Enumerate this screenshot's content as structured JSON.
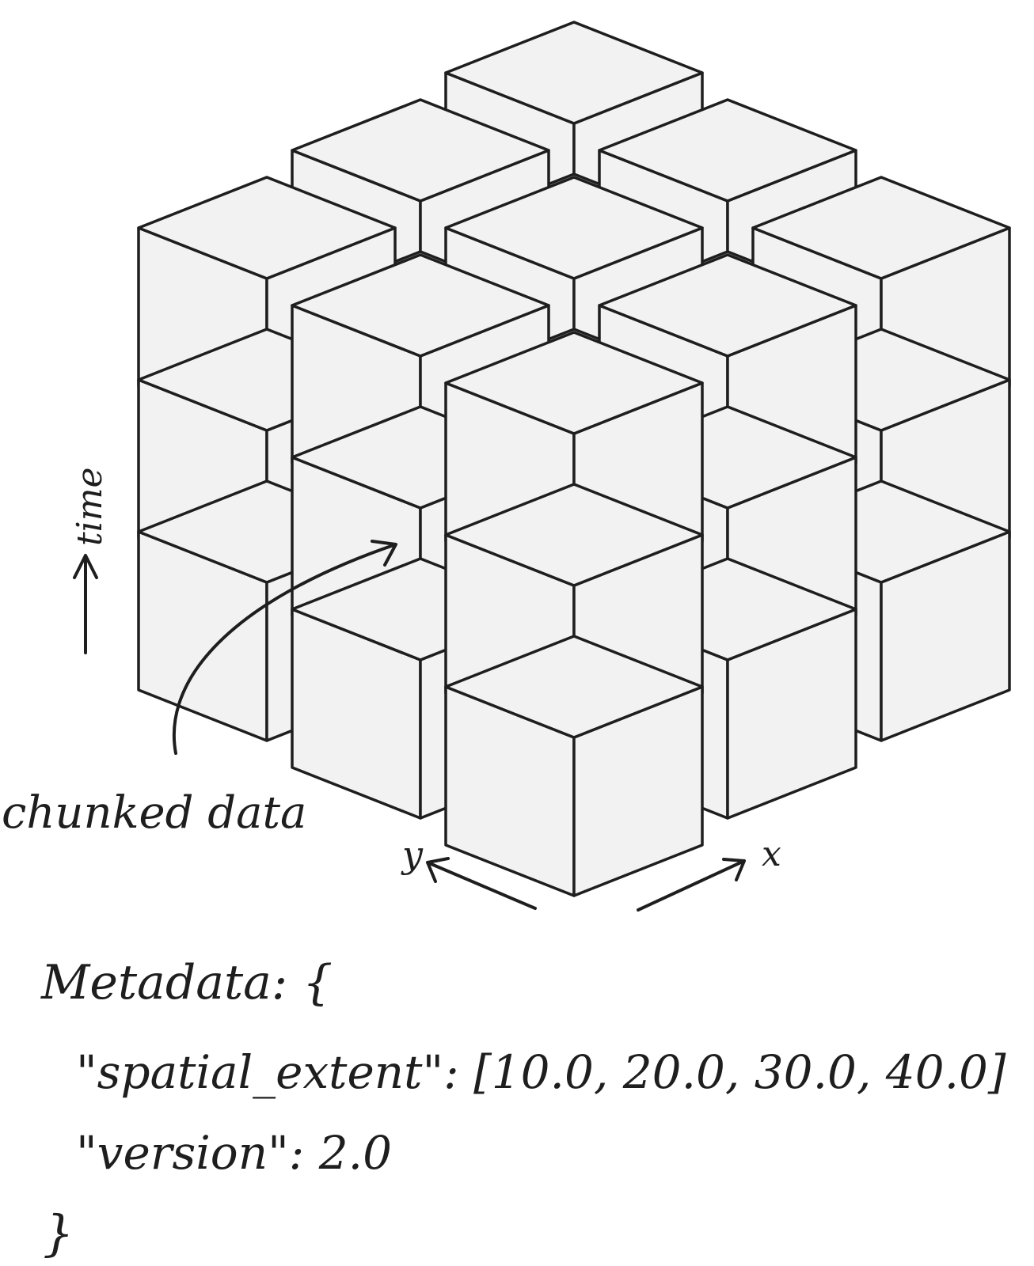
{
  "cube_grid": {
    "columns": 3,
    "rows": 3,
    "layers": 3,
    "face_colors": {
      "top": "#f2f2f2",
      "left": "#f2f2f2",
      "right": "#f2f2f2",
      "stroke": "#1e1e1e"
    }
  },
  "labels": {
    "time_axis": "time",
    "y_axis": "y",
    "x_axis": "x",
    "chunk_label": "chunked data"
  },
  "metadata": {
    "heading": "Metadata: {",
    "spatial_extent_line": "\"spatial_extent\": [10.0, 20.0, 30.0, 40.0]",
    "version_line": "\"version\": 2.0",
    "closing": "}"
  }
}
